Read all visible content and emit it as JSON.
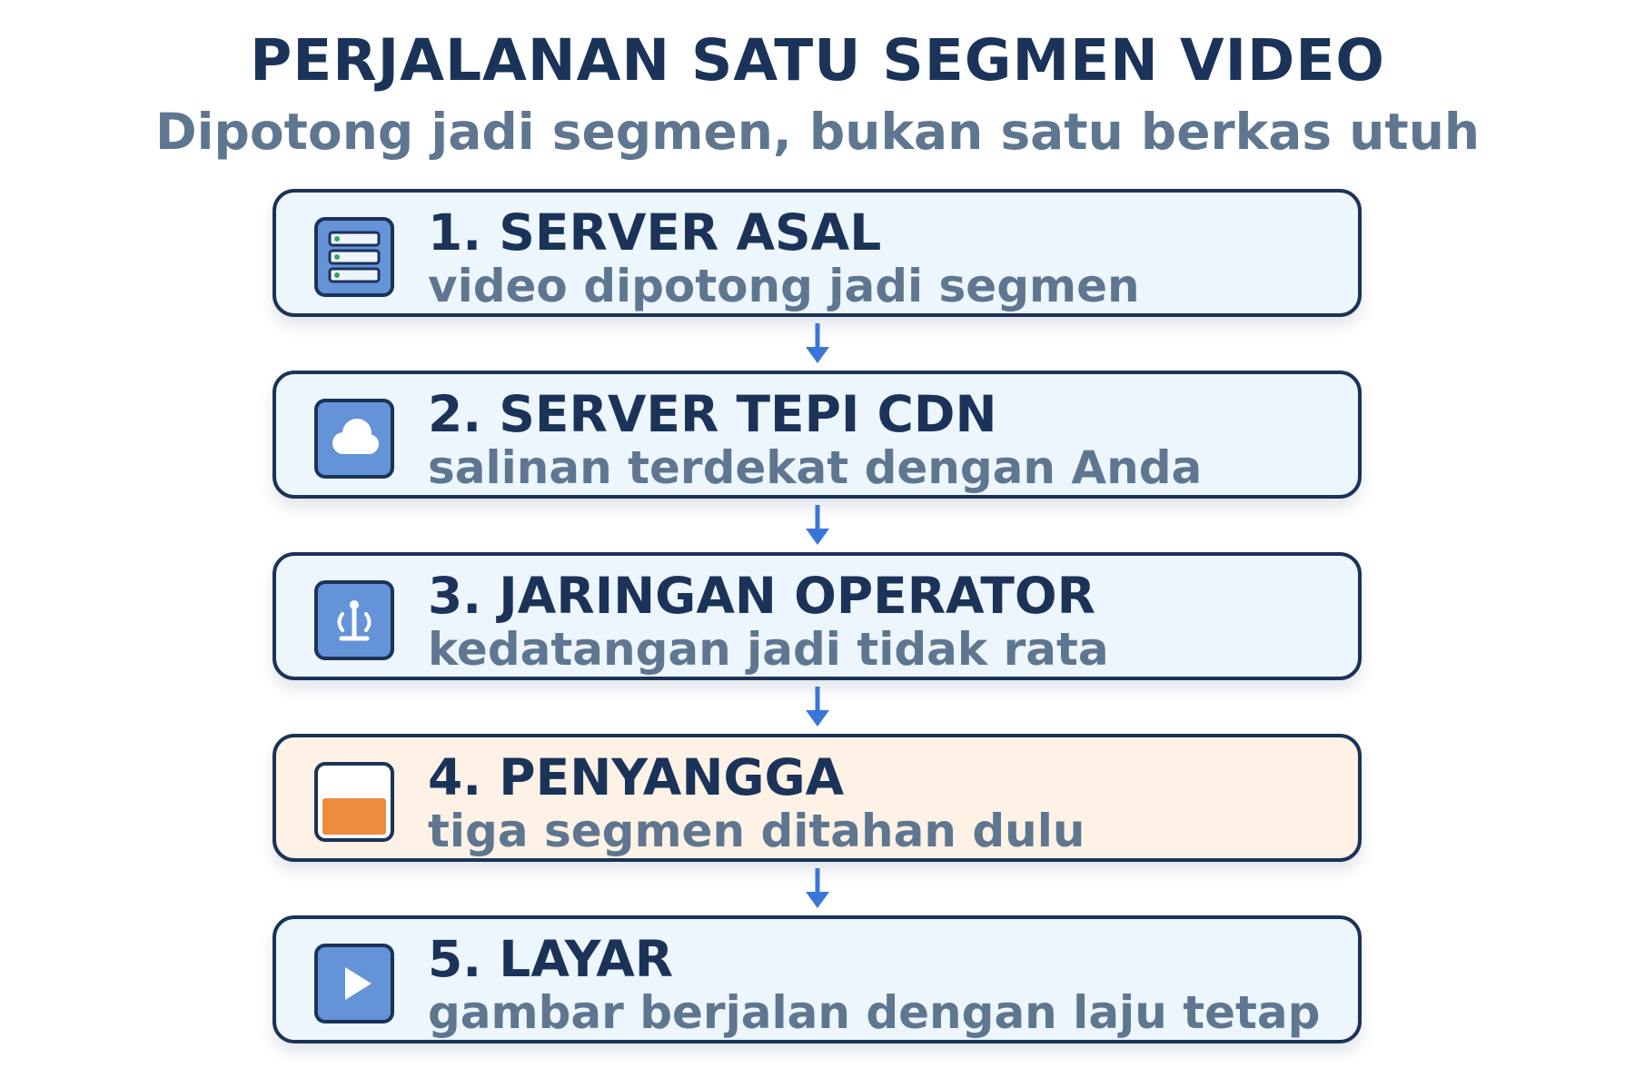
{
  "header": {
    "title": "PERJALANAN SATU SEGMEN VIDEO",
    "subtitle": "Dipotong jadi segmen, bukan satu berkas utuh"
  },
  "colors": {
    "outline": "#1b3358",
    "box_fill": "#edf5fd",
    "buffer_fill": "#fdf2e5",
    "icon_fill": "#6593d8",
    "buffer_level": "#ee8a3e",
    "arrow": "#3a76d8",
    "title_text": "#1b3358",
    "subtitle_text": "#5f7690"
  },
  "steps": [
    {
      "title": "1. SERVER ASAL",
      "desc": "video dipotong jadi segmen",
      "icon": "server-icon"
    },
    {
      "title": "2. SERVER TEPI CDN",
      "desc": "salinan terdekat dengan Anda",
      "icon": "cloud-icon"
    },
    {
      "title": "3. JARINGAN OPERATOR",
      "desc": "kedatangan jadi tidak rata",
      "icon": "antenna-icon"
    },
    {
      "title": "4. PENYANGGA",
      "desc": "tiga segmen ditahan dulu",
      "icon": "buffer-icon"
    },
    {
      "title": "5. LAYAR",
      "desc": "gambar berjalan dengan laju tetap",
      "icon": "play-icon"
    }
  ]
}
